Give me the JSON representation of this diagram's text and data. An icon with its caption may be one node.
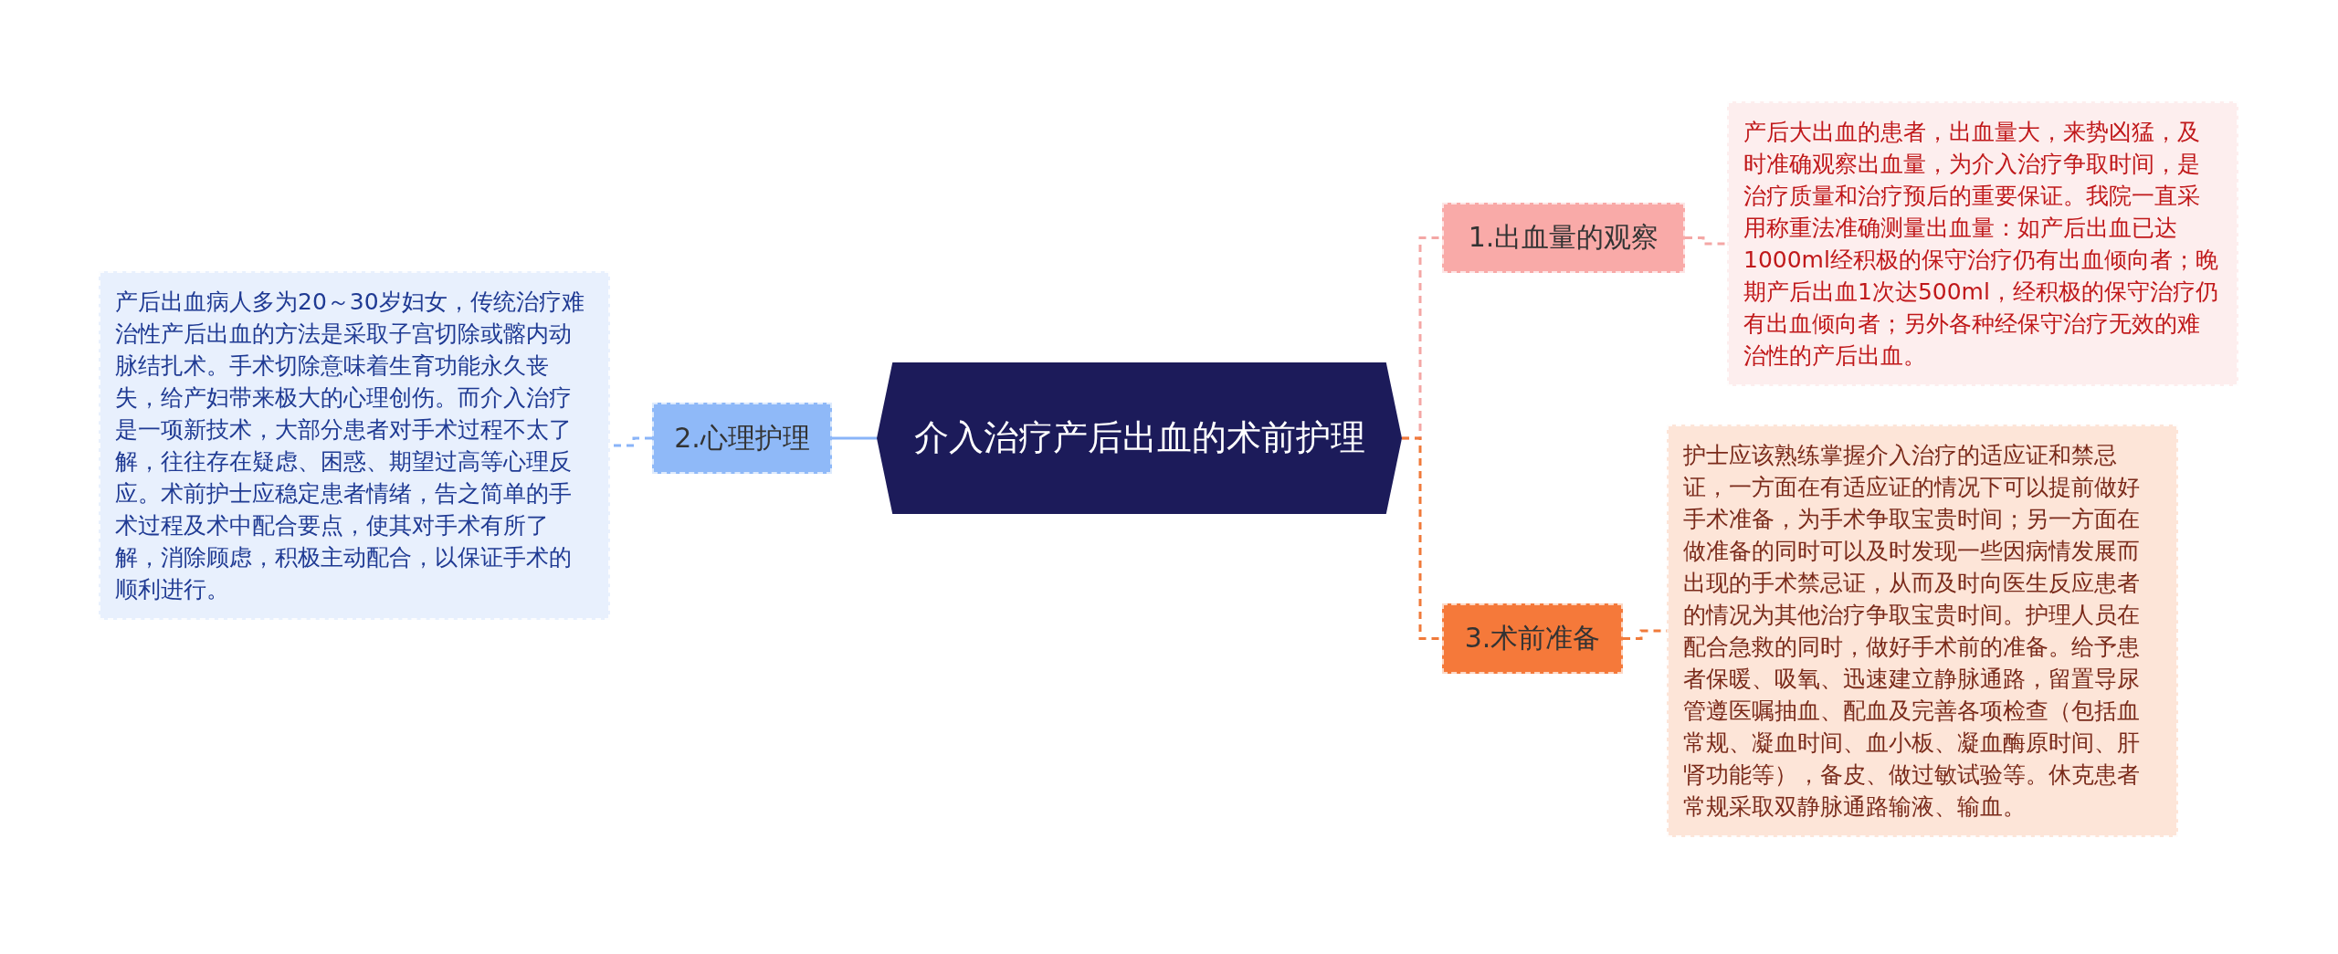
{
  "diagram": {
    "nodes": [
      {
        "text": [
          "介入治疗产后出血的术前护理"
        ]
      },
      {
        "text": [
          "1.出血量的观察"
        ]
      },
      {
        "text": [
          "产后大出血的患者，出血量大，来势凶猛，及时准确观察出血量，为介入治疗争取时间，是治疗质量和治疗预后的重要保证。我院一直采用称重法准确测量出血量：如产后出血已达1000ml经积极的保守治疗仍有出血倾向者；晚期产后出血1次达500ml，经积极的保守治疗仍有出血倾向者；另外各种经保守治疗无效的难治性的产后出血。"
        ]
      },
      {
        "text": [
          "2.心理护理"
        ]
      },
      {
        "text": [
          "产后出血病人多为20～30岁妇女，传统治疗难治性产后出血的方法是采取子宫切除或髂内动脉结扎术。手术切除意味着生育功能永久丧失，给产妇带来极大的心理创伤。而介入治疗是一项新技术，大部分患者对手术过程不太了解，往往存在疑虑、困惑、期望过高等心理反应。术前护士应稳定患者情绪，告之简单的手术过程及术中配合要点，使其对手术有所了解，消除顾虑，积极主动配合，以保证手术的顺利进行。"
        ]
      },
      {
        "text": [
          "3.术前准备"
        ]
      },
      {
        "text": [
          "护士应该熟练掌握介入治疗的适应证和禁忌证，一方面在有适应证的情况下可以提前做好手术准备，为手术争取宝贵时间；另一方面在做准备的同时可以及时发现一些因病情发展而出现的手术禁忌证，从而及时向医生反应患者的情况为其他治疗争取宝贵时间。护理人员在配合急救的同时，做好手术前的准备。给予患者保暖、吸氧、迅速建立静脉通路，留置导尿管遵医嘱抽血、配血及完善各项检查（包括血常规、凝血时间、血小板、凝血酶原时间、肝肾功能等），备皮、做过敏试验等。休克患者常规采取双静脉通路输液、输血。"
        ]
      }
    ],
    "edges": [
      {
        "from": 0,
        "to": 1,
        "arrow": "none",
        "style": "dashed",
        "color": "#f4a7a5"
      },
      {
        "from": 1,
        "to": 2,
        "arrow": "none",
        "style": "dashed",
        "color": "#f4a7a5"
      },
      {
        "from": 0,
        "to": 3,
        "arrow": "none",
        "color": "#8ab4f8"
      },
      {
        "from": 3,
        "to": 4,
        "arrow": "none",
        "style": "dashed",
        "color": "#8ab4f8"
      },
      {
        "from": 0,
        "to": 5,
        "arrow": "none",
        "style": "dashed",
        "color": "#f07a3a"
      },
      {
        "from": 5,
        "to": 6,
        "arrow": "none",
        "style": "dashed",
        "color": "#f07a3a"
      }
    ]
  }
}
